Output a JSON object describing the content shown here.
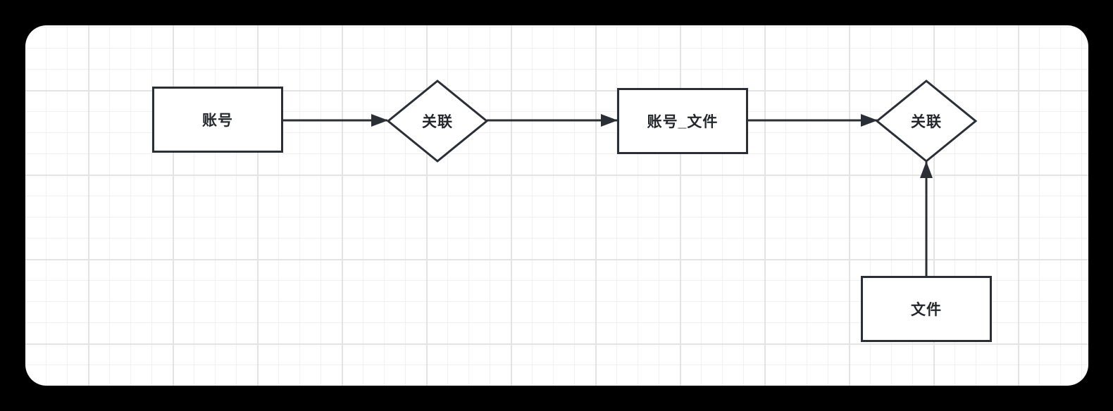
{
  "canvas": {
    "outer_background_color": "#000000",
    "surface_color": "#ffffff",
    "grid_minor_color": "#f0f0f0",
    "grid_major_color": "#e3e3e3",
    "stroke_color": "#2a2e35",
    "text_color": "#24272c"
  },
  "diagram": {
    "nodes": [
      {
        "id": "account",
        "type": "rectangle",
        "label": "账号"
      },
      {
        "id": "relation-1",
        "type": "diamond",
        "label": "关联"
      },
      {
        "id": "account-file",
        "type": "rectangle",
        "label": "账号_文件"
      },
      {
        "id": "relation-2",
        "type": "diamond",
        "label": "关联"
      },
      {
        "id": "file",
        "type": "rectangle",
        "label": "文件"
      }
    ],
    "edges": [
      {
        "from": "account",
        "to": "relation-1",
        "direction": "right",
        "arrow": "end"
      },
      {
        "from": "relation-1",
        "to": "account-file",
        "direction": "right",
        "arrow": "end"
      },
      {
        "from": "account-file",
        "to": "relation-2",
        "direction": "right",
        "arrow": "end"
      },
      {
        "from": "file",
        "to": "relation-2",
        "direction": "up",
        "arrow": "end"
      }
    ]
  }
}
